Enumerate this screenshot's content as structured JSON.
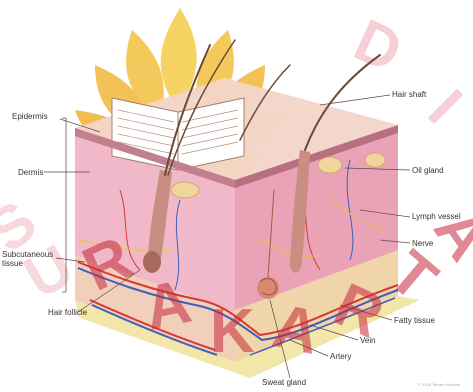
{
  "labels": {
    "epidermis": "Epidermis",
    "dermis": "Dermis",
    "subcutaneous": "Subcutaneous tissue",
    "hair_follicle": "Hair follicle",
    "hair_shaft": "Hair shaft",
    "oil_gland": "Oil gland",
    "lymph_vessel": "Lymph vessel",
    "nerve": "Nerve",
    "fatty_tissue": "Fatty tissue",
    "vein": "Vein",
    "artery": "Artery",
    "sweat_gland": "Sweat gland"
  },
  "watermark": {
    "letters_top": [
      "D",
      "I"
    ],
    "letters_arc": [
      "S",
      "U",
      "R",
      "A",
      "K",
      "A",
      "R",
      "T",
      "A"
    ]
  },
  "colors": {
    "watermark_red": "#c8283c",
    "emblem_gold": "#f2c23a",
    "skin_front": "#f0b8c8",
    "skin_side": "#e9a2b6",
    "epidermis": "#c27f8d",
    "top_surface": "#f3d5c8",
    "fat": "#f3e6a6",
    "hair": "#6b4a38",
    "artery": "#d43a35",
    "vein": "#3f5fb8"
  },
  "credit": "© 2005 Terese Winslow"
}
